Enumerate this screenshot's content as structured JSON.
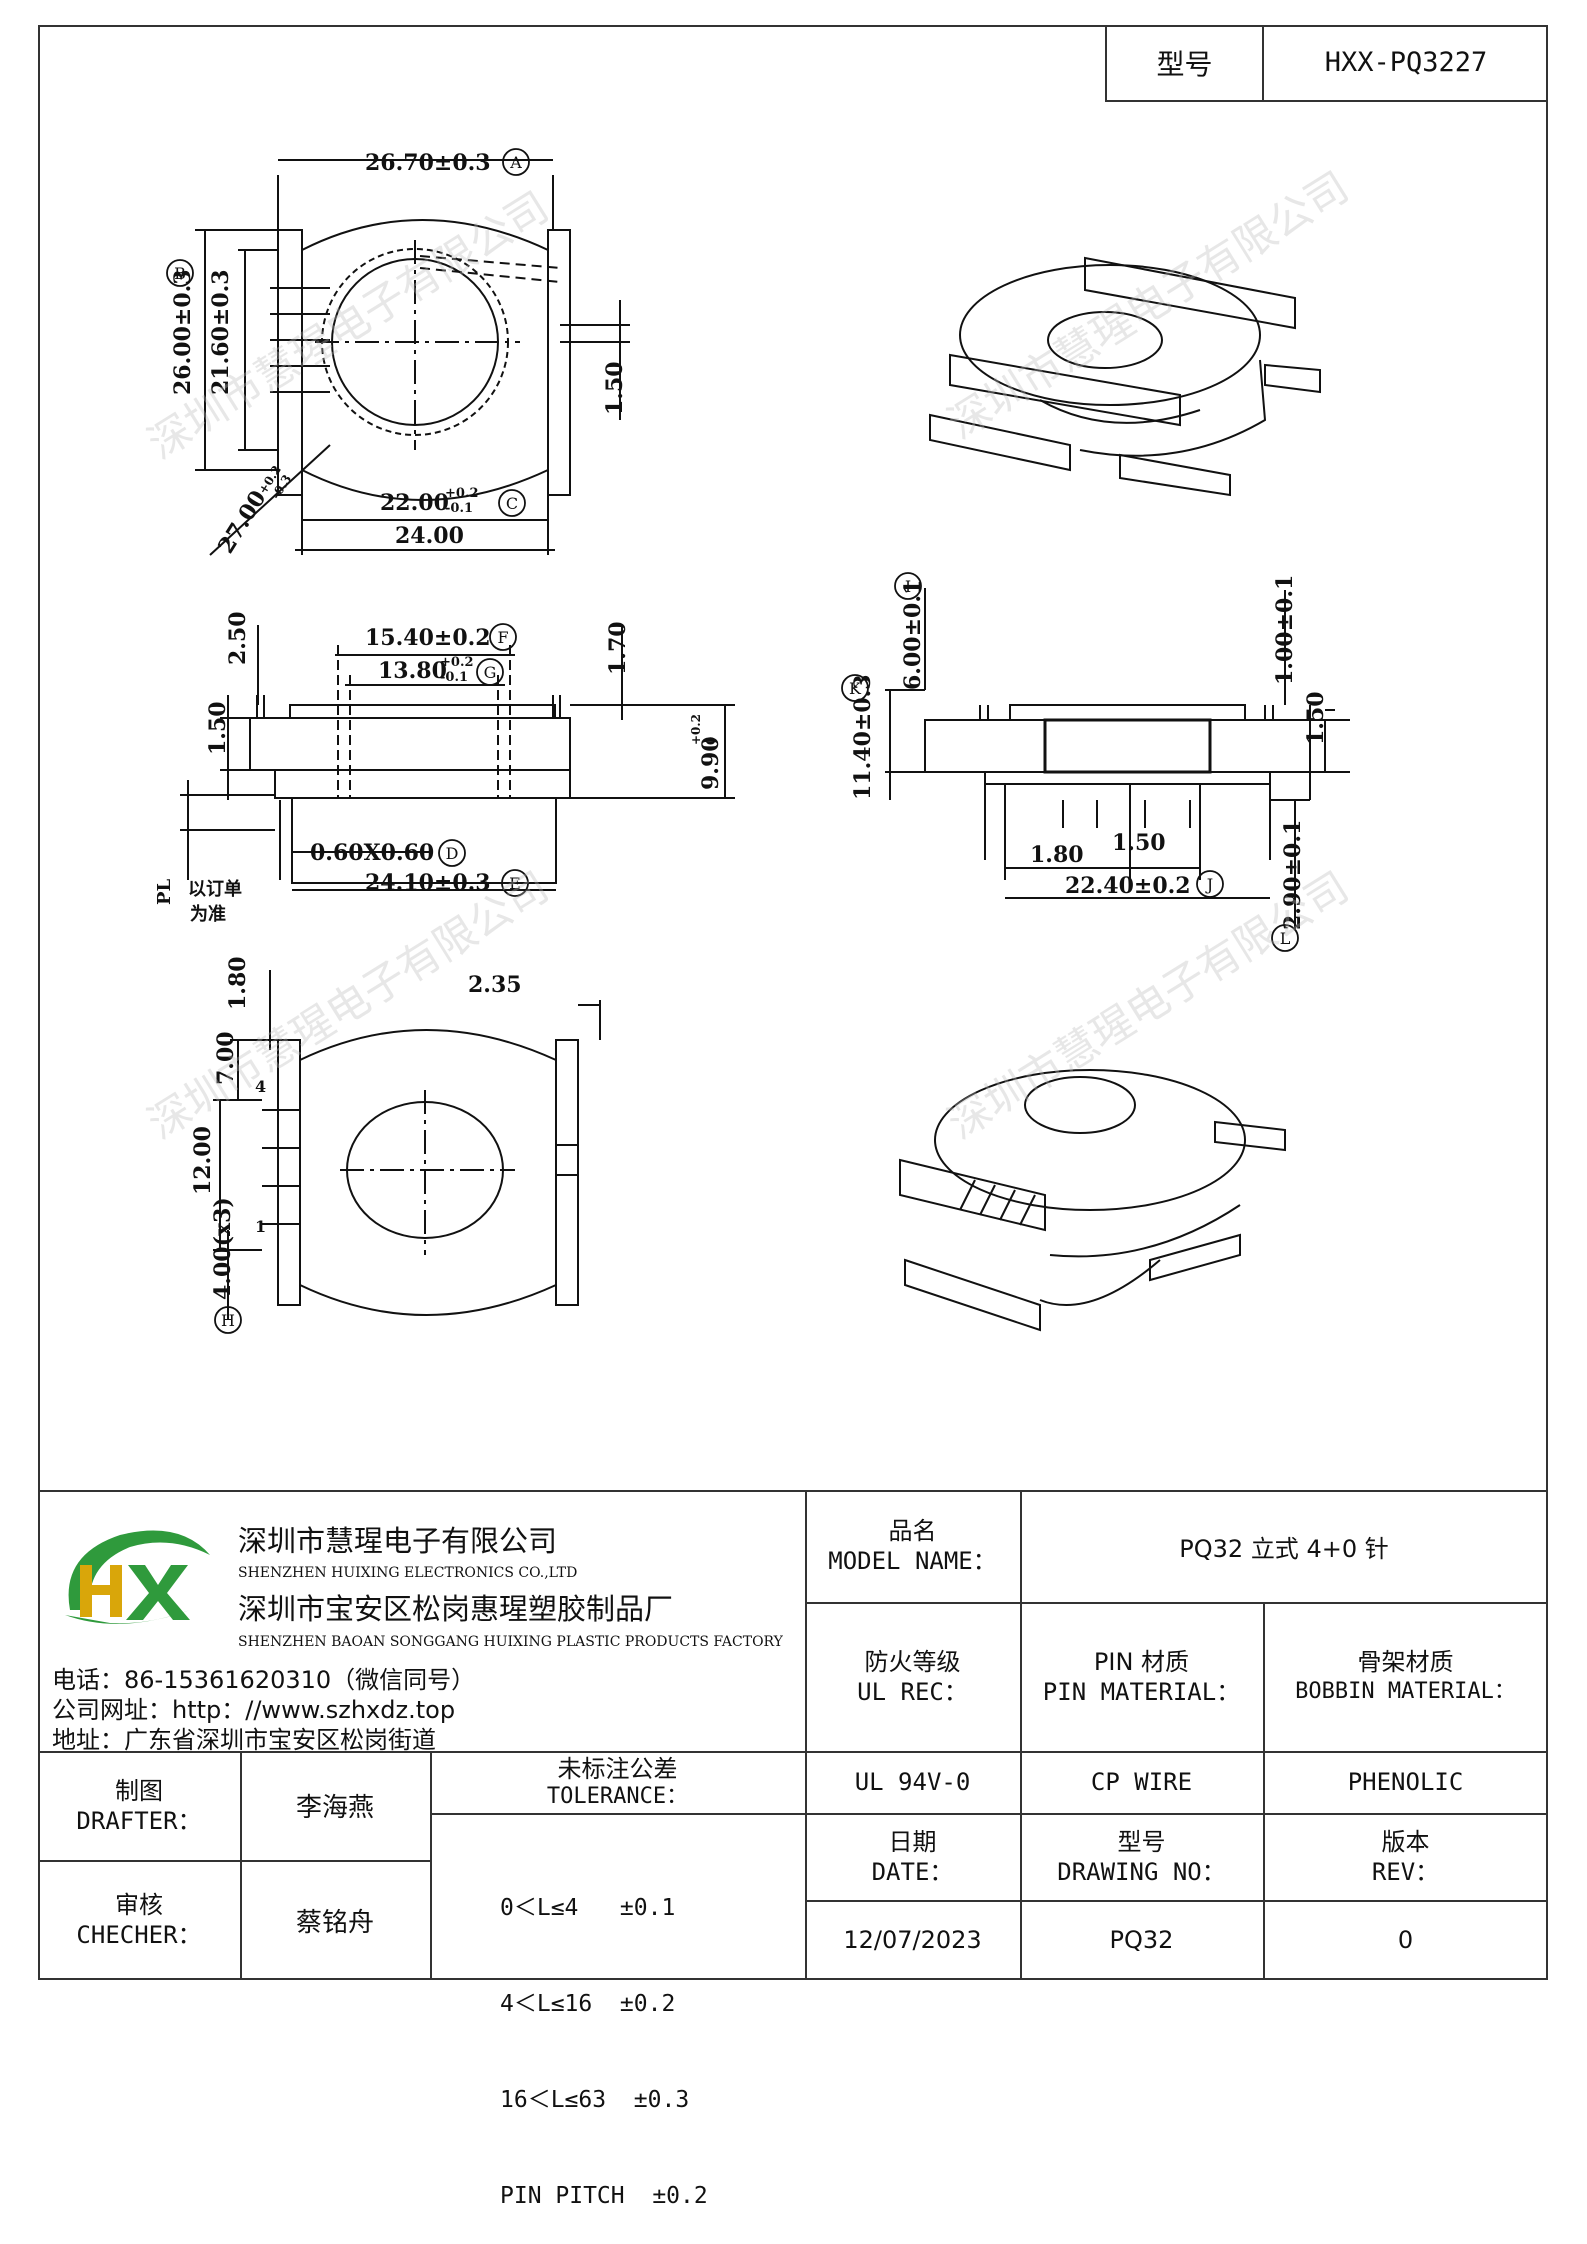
{
  "header": {
    "type_label": "型号",
    "type_value": "HXX-PQ3227"
  },
  "watermark": "深圳市慧瑆电子有限公司",
  "dimensions": {
    "a": "26.70±0.3",
    "b": "26.00±0.3",
    "b2": "21.60±0.3",
    "c_base": "22.00",
    "c_tol_up": "+0.2",
    "c_tol_dn": "-0.1",
    "width_24": "24.00",
    "dia_base": "27.00",
    "dia_tol_up": "+0.2",
    "dia_tol_dn": "-0.3",
    "v150": "1.50",
    "v250": "2.50",
    "f": "15.40±0.2",
    "g_base": "13.80",
    "g_tol_up": "+0.2",
    "g_tol_dn": "-0.1",
    "v170": "1.70",
    "h_base": "9.90",
    "h_tol_up": "+0.2",
    "h_tol_dn": "0",
    "d": "0.60X0.60",
    "e": "24.10±0.3",
    "pl_note_1": "以订单",
    "pl_note_2": "为准",
    "pl": "PL",
    "i": "6.00±0.1",
    "k": "11.40±0.3",
    "v100": "1.00±0.1",
    "v150b": "1.50",
    "h180": "1.80",
    "h150": "1.50",
    "j": "22.40±0.2",
    "l": "2.90±0.1",
    "v180": "1.80",
    "h235": "2.35",
    "v700": "7.00",
    "v1200": "12.00",
    "hx3": "4.00(x3)",
    "pin4": "4",
    "pin1": "1",
    "mark_a": "A",
    "mark_b": "B",
    "mark_c": "C",
    "mark_d": "D",
    "mark_e": "E",
    "mark_f": "F",
    "mark_g": "G",
    "mark_h": "H",
    "mark_i": "I",
    "mark_j": "J",
    "mark_k": "K",
    "mark_l": "L"
  },
  "company": {
    "logo_letters": "HX",
    "name_cn": "深圳市慧瑆电子有限公司",
    "name_en": "SHENZHEN HUIXING ELECTRONICS CO.,LTD",
    "factory_cn": "深圳市宝安区松岗惠瑆塑胶制品厂",
    "factory_en": "SHENZHEN BAOAN SONGGANG HUIXING PLASTIC PRODUCTS FACTORY",
    "phone": "电话：86-15361620310（微信同号）",
    "website": "公司网址：http：//www.szhxdz.top",
    "address": "地址：广东省深圳市宝安区松岗街道"
  },
  "title_block": {
    "model_name_cn": "品名",
    "model_name_en": "MODEL NAME：",
    "model_name_value": "PQ32 立式 4+0 针",
    "ul_cn": "防火等级",
    "ul_en": "UL REC：",
    "pin_cn": "PIN 材质",
    "pin_en": "PIN MATERIAL：",
    "bobbin_cn": "骨架材质",
    "bobbin_en": "BOBBIN MATERIAL：",
    "ul_value": "UL 94V-0",
    "pin_value": "CP WIRE",
    "bobbin_value": "PHENOLIC",
    "drafter_cn": "制图",
    "drafter_en": "DRAFTER：",
    "drafter_name": "李海燕",
    "checker_cn": "审核",
    "checker_en": "CHECHER：",
    "checker_name": "蔡铭舟",
    "tolerance_cn": "未标注公差",
    "tolerance_en": "TOLERANCE：",
    "tolerance_rows": [
      "0＜L≤4   ±0.1",
      "4＜L≤16  ±0.2",
      "16＜L≤63  ±0.3",
      "PIN PITCH  ±0.2"
    ],
    "date_cn": "日期",
    "date_en": "DATE：",
    "drawing_cn": "型号",
    "drawing_en": "DRAWING NO：",
    "rev_cn": "版本",
    "rev_en": "REV：",
    "date_value": "12/07/2023",
    "drawing_value": "PQ32",
    "rev_value": "0"
  }
}
